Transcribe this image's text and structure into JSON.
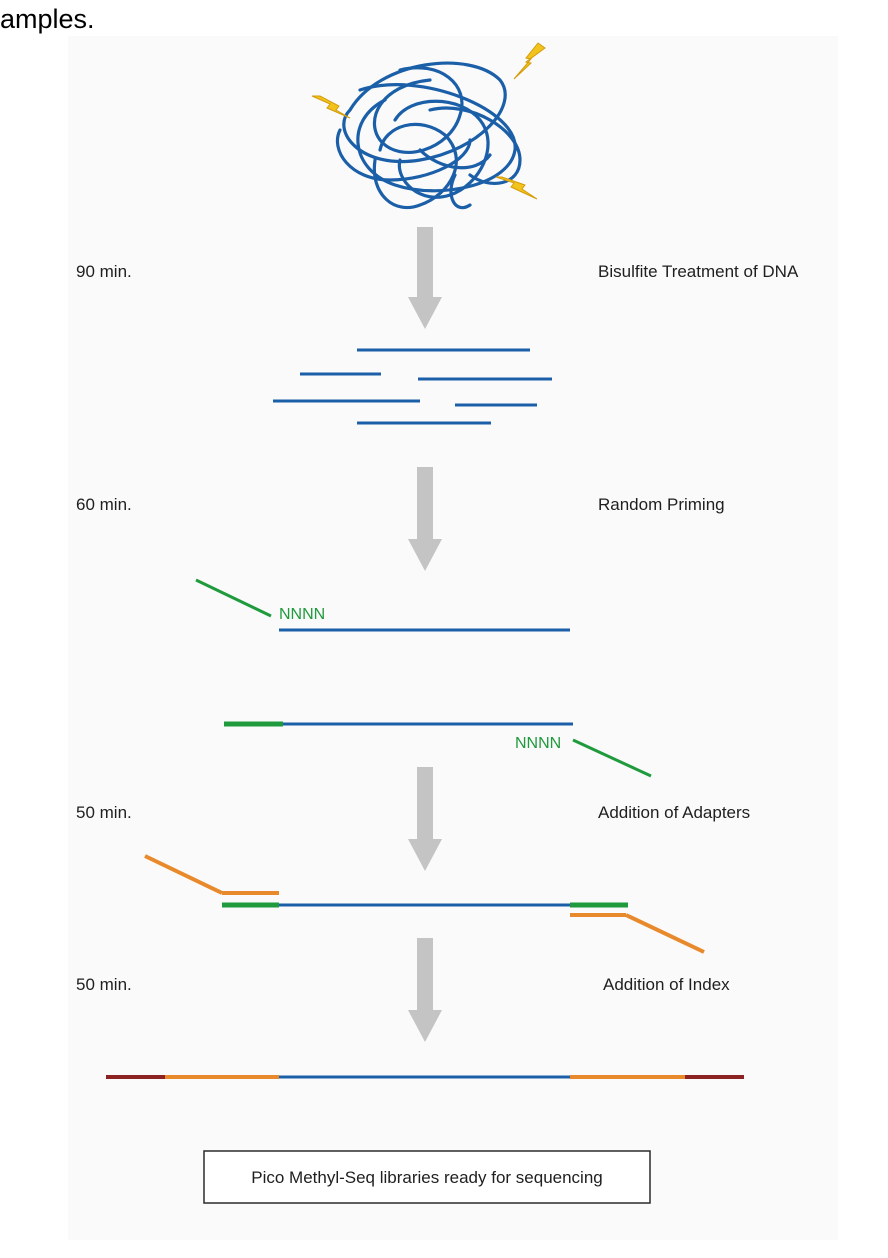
{
  "header_fragment": "amples.",
  "colors": {
    "dna_blue": "#1b5fa8",
    "primer_green": "#1f9a3c",
    "adapter_orange": "#e88a2c",
    "index_darkred": "#8c2222",
    "arrow_gray": "#c4c4c4",
    "bolt_yellow": "#f2c31a",
    "panel_bg": "#fafafa"
  },
  "steps": [
    {
      "time": "90 min.",
      "label": "Bisulfite Treatment of DNA"
    },
    {
      "time": "60 min.",
      "label": "Random Priming"
    },
    {
      "time": "50 min.",
      "label": "Addition of Adapters"
    },
    {
      "time": "50 min.",
      "label": "Addition of Index"
    }
  ],
  "primer_label_top": "NNNN",
  "primer_label_bottom": "NNNN",
  "final_box": "Pico Methyl-Seq libraries ready for sequencing",
  "icons": [
    "tangled-dna-icon",
    "lightning-bolt-icon"
  ]
}
